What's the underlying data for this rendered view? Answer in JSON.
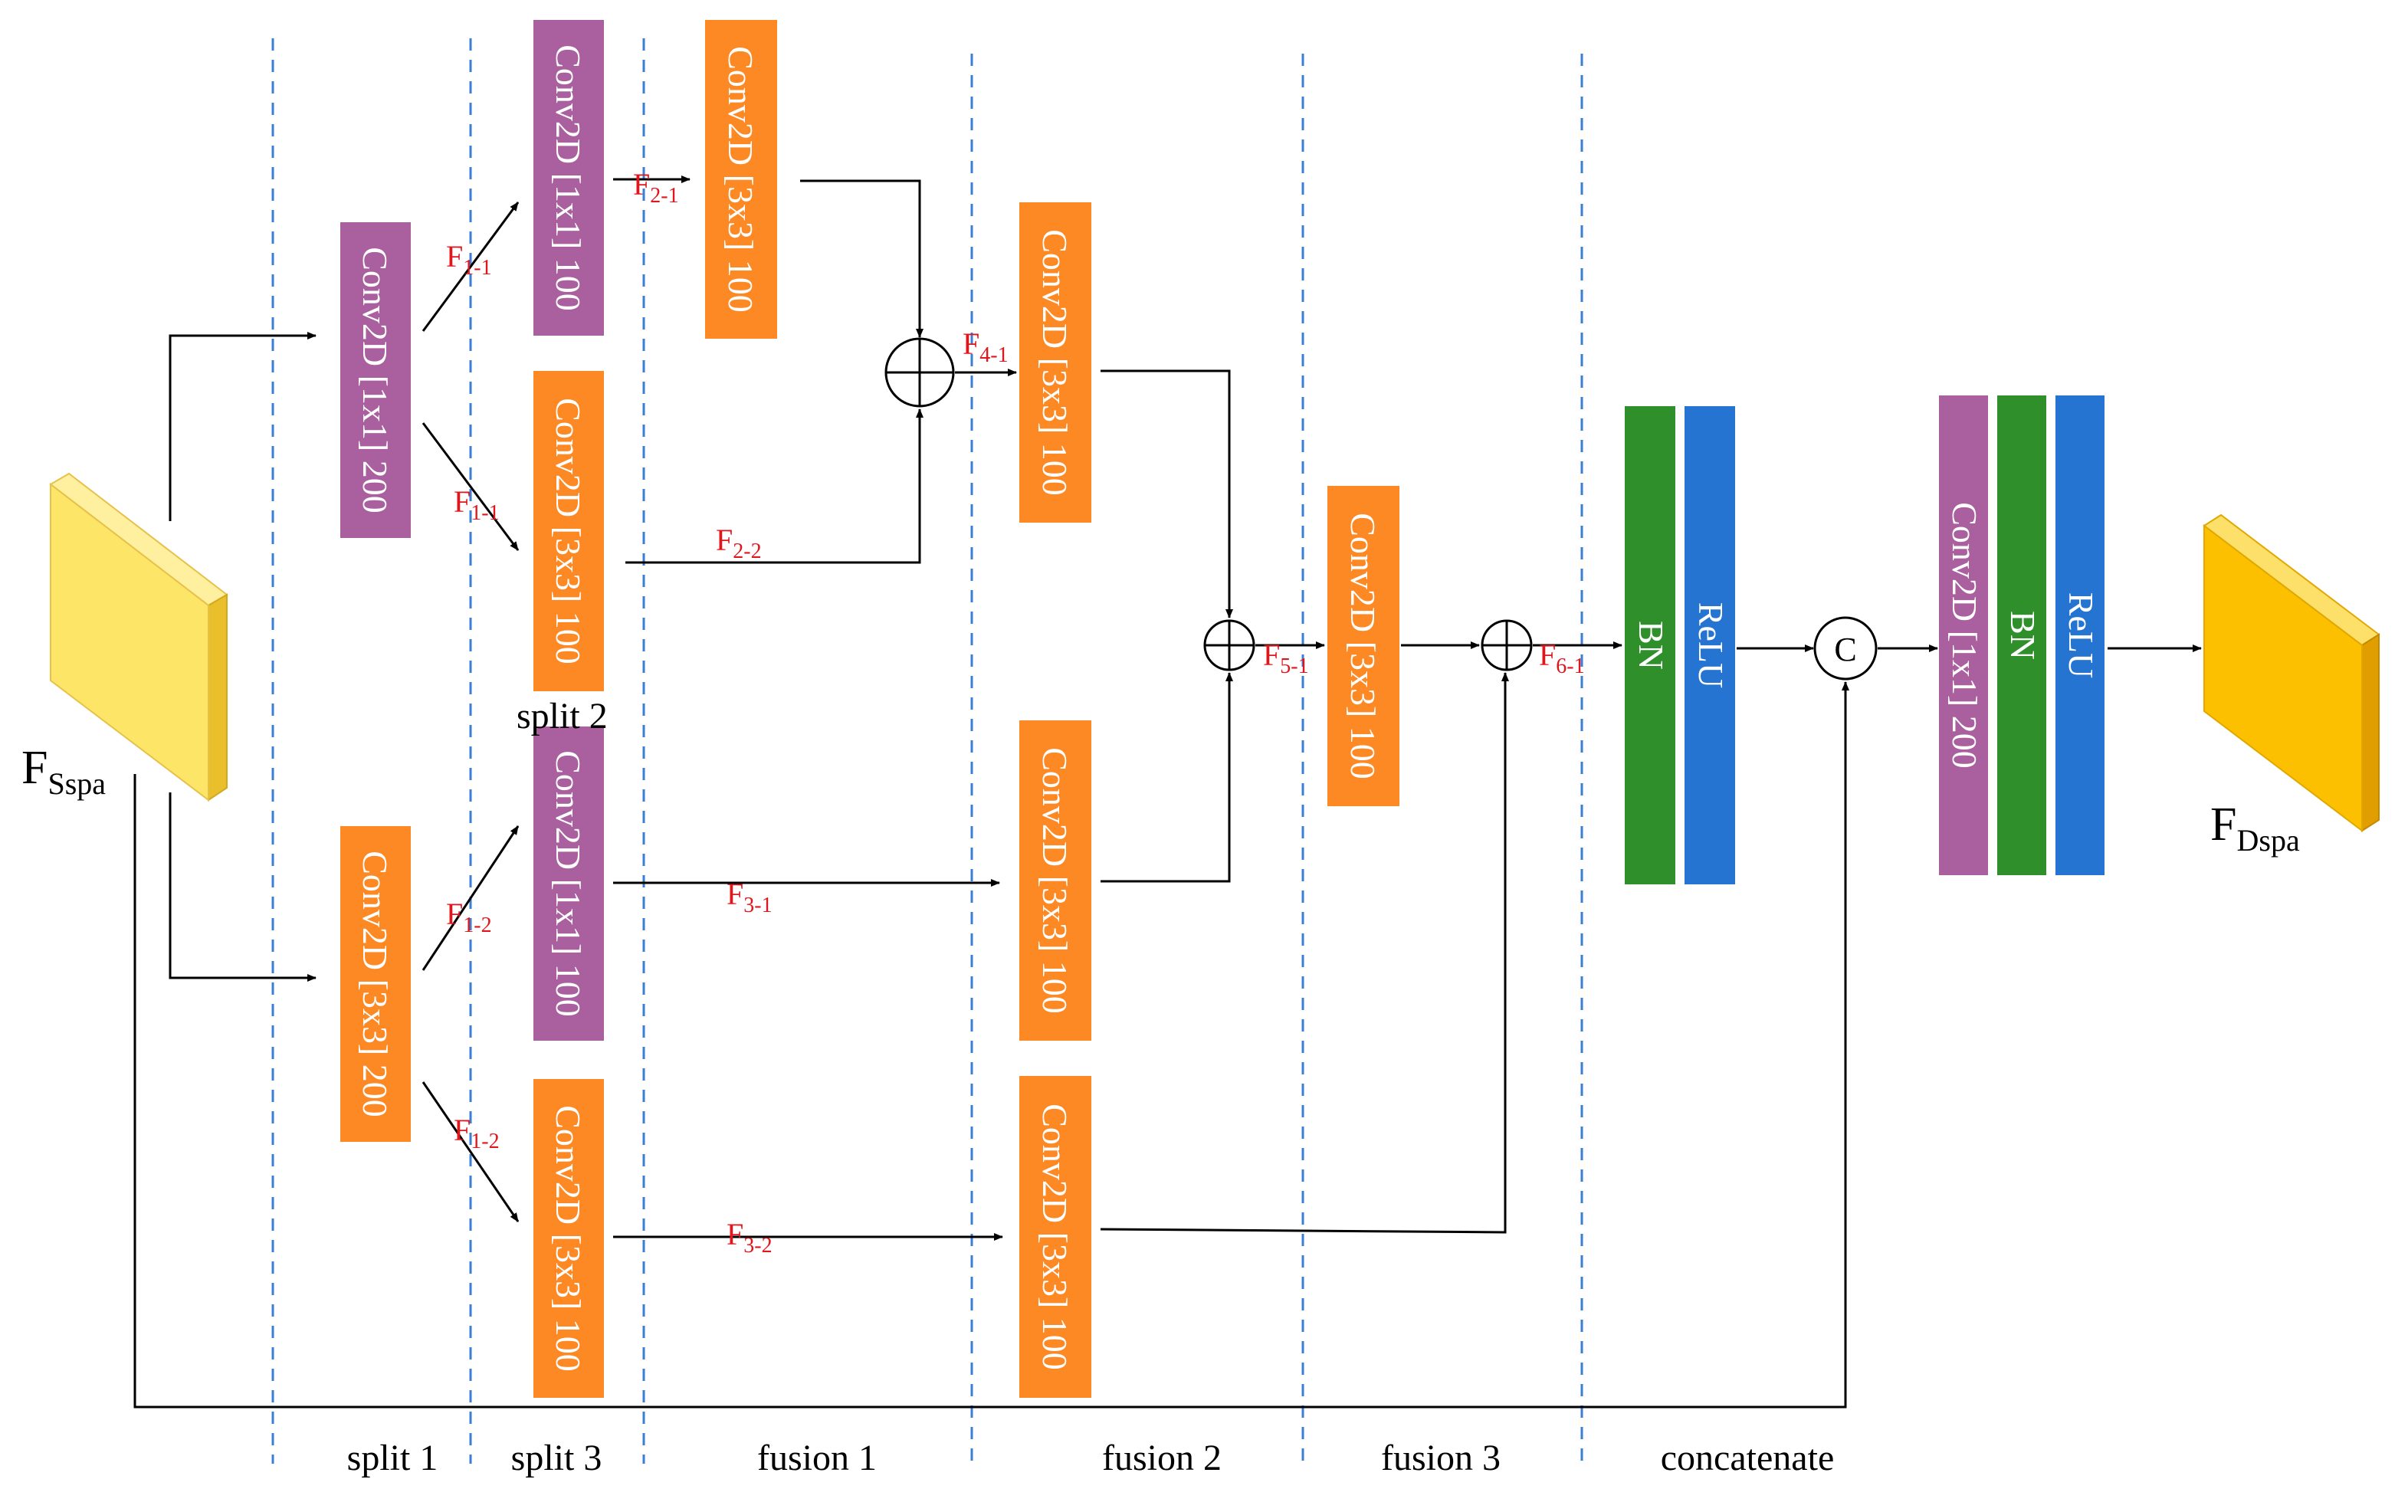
{
  "colors": {
    "conv_purple": "#aa5f9e",
    "conv_orange": "#fd8925",
    "bn_green": "#2e8f2b",
    "relu_blue": "#2674d1",
    "tensor_yellow_front": "#fde567",
    "tensor_orange_front": "#fcc000",
    "edge_label_red": "#e0161d",
    "divider_blue": "#3a7fd5"
  },
  "input": {
    "label": "F",
    "sub": "Sspa"
  },
  "output": {
    "label": "F",
    "sub": "Dspa"
  },
  "stages": [
    "split 1",
    "split 3",
    "fusion 1",
    "fusion 2",
    "fusion 3",
    "concatenate"
  ],
  "split2_label": "split 2",
  "blocks": {
    "s1_top": "Conv2D [1x1] 200",
    "s1_bot": "Conv2D [3x3] 200",
    "s3_a": "Conv2D [1x1] 100",
    "s3_b": "Conv2D [3x3] 100",
    "s3_c": "Conv2D [1x1] 100",
    "s3_d": "Conv2D [3x3] 100",
    "f1": "Conv2D [3x3] 100",
    "f2_top": "Conv2D [3x3] 100",
    "f2_mid": "Conv2D [3x3] 100",
    "f2_bot": "Conv2D [3x3] 100",
    "f3": "Conv2D [3x3] 100",
    "bn1": "BN",
    "relu1": "ReLU",
    "final_conv": "Conv2D [1x1] 200",
    "bn2": "BN",
    "relu2": "ReLU"
  },
  "concat_symbol": "C",
  "edge_labels": {
    "e_f11a": {
      "main": "F",
      "sub": "1-1"
    },
    "e_f11b": {
      "main": "F",
      "sub": "1-1"
    },
    "e_f12a": {
      "main": "F",
      "sub": "1-2"
    },
    "e_f12b": {
      "main": "F",
      "sub": "1-2"
    },
    "e_f21": {
      "main": "F",
      "sub": "2-1"
    },
    "e_f22": {
      "main": "F",
      "sub": "2-2"
    },
    "e_f31": {
      "main": "F",
      "sub": "3-1"
    },
    "e_f32": {
      "main": "F",
      "sub": "3-2"
    },
    "e_f41": {
      "main": "F",
      "sub": "4-1"
    },
    "e_f51": {
      "main": "F",
      "sub": "5-1"
    },
    "e_f61": {
      "main": "F",
      "sub": "6-1"
    }
  }
}
